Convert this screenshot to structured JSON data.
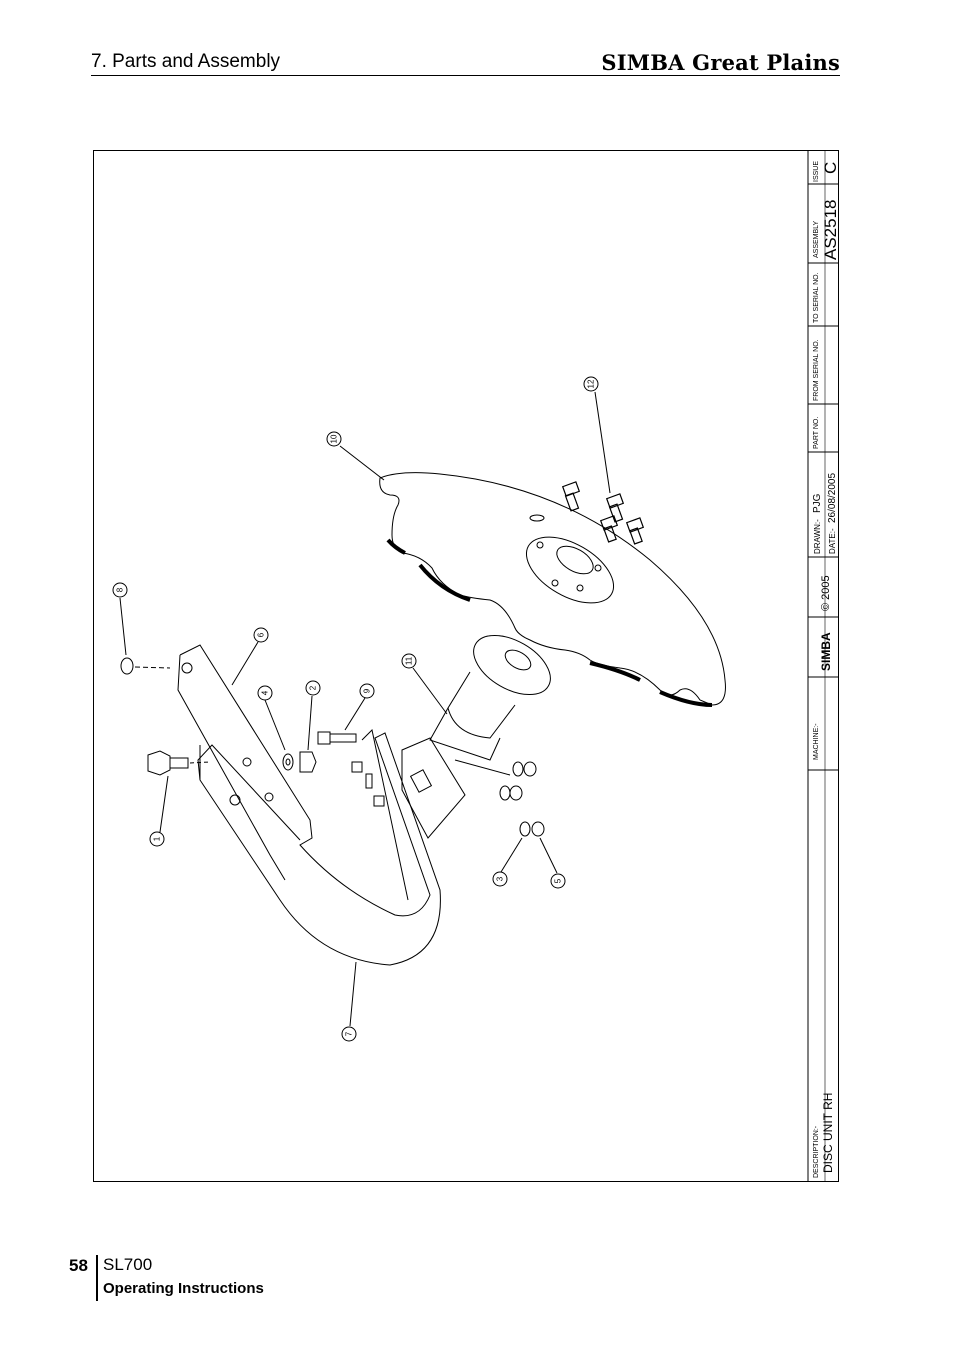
{
  "header": {
    "section_title": "7. Parts and Assembly",
    "brand": "SIMBA Great Plains"
  },
  "title_block": {
    "issue_label": "ISSUE",
    "issue_value": "C",
    "assembly_label": "ASSEMBLY",
    "assembly_value": "AS2518",
    "to_serial_label": "TO SERIAL NO.",
    "from_serial_label": "FROM SERIAL NO.",
    "part_no_label": "PART NO.",
    "drawn_label": "DRAWN:-",
    "drawn_value": "PJG",
    "date_label": "DATE:-",
    "date_value": "26/08/2005",
    "copyright": "© 2005",
    "logo_text": "SIMBA",
    "machine_label": "MACHINE:-",
    "description_label": "DESCRIPTION:-",
    "description_value": "DISC UNIT RH"
  },
  "callouts": [
    "1",
    "2",
    "3",
    "4",
    "5",
    "6",
    "7",
    "8",
    "9",
    "10",
    "11",
    "12"
  ],
  "footer": {
    "page_number": "58",
    "model": "SL700",
    "doc_type": "Operating Instructions"
  }
}
